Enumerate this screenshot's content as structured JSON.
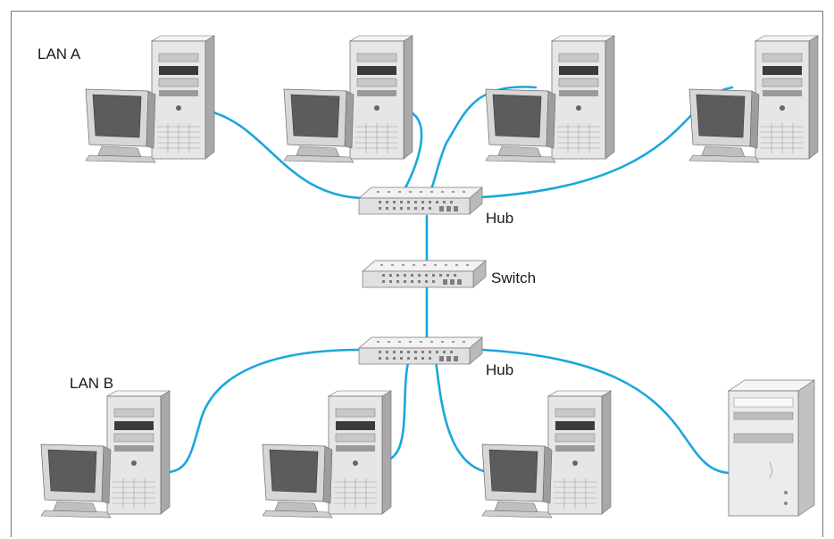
{
  "labels": {
    "lan_a": "LAN A",
    "lan_b": "LAN B",
    "hub_top": "Hub",
    "switch": "Switch",
    "hub_bottom": "Hub"
  },
  "colors": {
    "cable": "#1aa7dc",
    "tower_light": "#eeeeee",
    "tower_mid": "#cfcfcf",
    "tower_dark": "#8a8a8a",
    "monitor_body": "#d9d9d9",
    "monitor_screen": "#5a5a5a",
    "frame": "#7a7a7a"
  },
  "icons": {
    "computer": "desktop-computer-icon",
    "server": "server-tower-icon",
    "hub": "network-hub-icon",
    "switch": "network-switch-icon"
  }
}
